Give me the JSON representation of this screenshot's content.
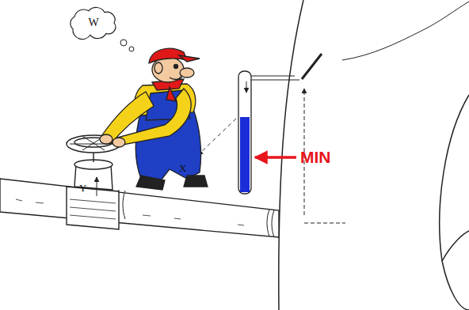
{
  "diagram": {
    "nodes": [
      {
        "text": [
          "W"
        ]
      }
    ],
    "labels": [
      "X",
      "Y",
      "MIN"
    ]
  }
}
